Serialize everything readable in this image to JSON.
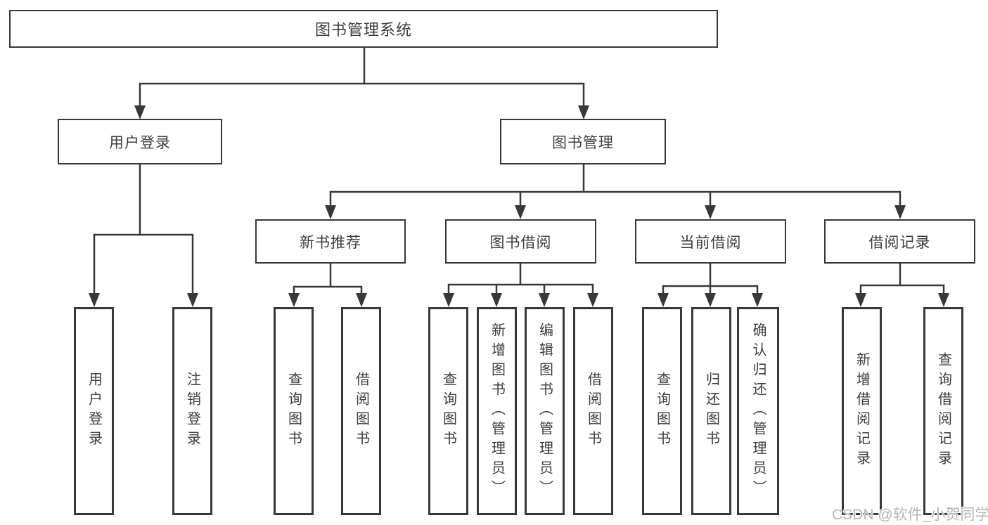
{
  "diagram": {
    "type": "tree",
    "root": {
      "label": "图书管理系统"
    },
    "branches": [
      {
        "label": "用户登录",
        "children": [
          {
            "label": "用户登录"
          },
          {
            "label": "注销登录"
          }
        ]
      },
      {
        "label": "图书管理",
        "children": [
          {
            "label": "新书推荐",
            "children": [
              {
                "label": "查询图书"
              },
              {
                "label": "借阅图书"
              }
            ]
          },
          {
            "label": "图书借阅",
            "children": [
              {
                "label": "查询图书"
              },
              {
                "label": "新增图书（管理员）"
              },
              {
                "label": "编辑图书（管理员）"
              },
              {
                "label": "借阅图书"
              }
            ]
          },
          {
            "label": "当前借阅",
            "children": [
              {
                "label": "查询图书"
              },
              {
                "label": "归还图书"
              },
              {
                "label": "确认归还（管理员）"
              }
            ]
          },
          {
            "label": "借阅记录",
            "children": [
              {
                "label": "新增借阅记录"
              },
              {
                "label": "查询借阅记录"
              }
            ]
          }
        ]
      }
    ],
    "colors": {
      "line": "#383838",
      "box_border": "#383838",
      "text": "#3d3d3d",
      "watermark": "#b4b4b4",
      "background": "#ffffff"
    }
  },
  "watermark": {
    "text": "CSDN @软件_小贺同学"
  }
}
